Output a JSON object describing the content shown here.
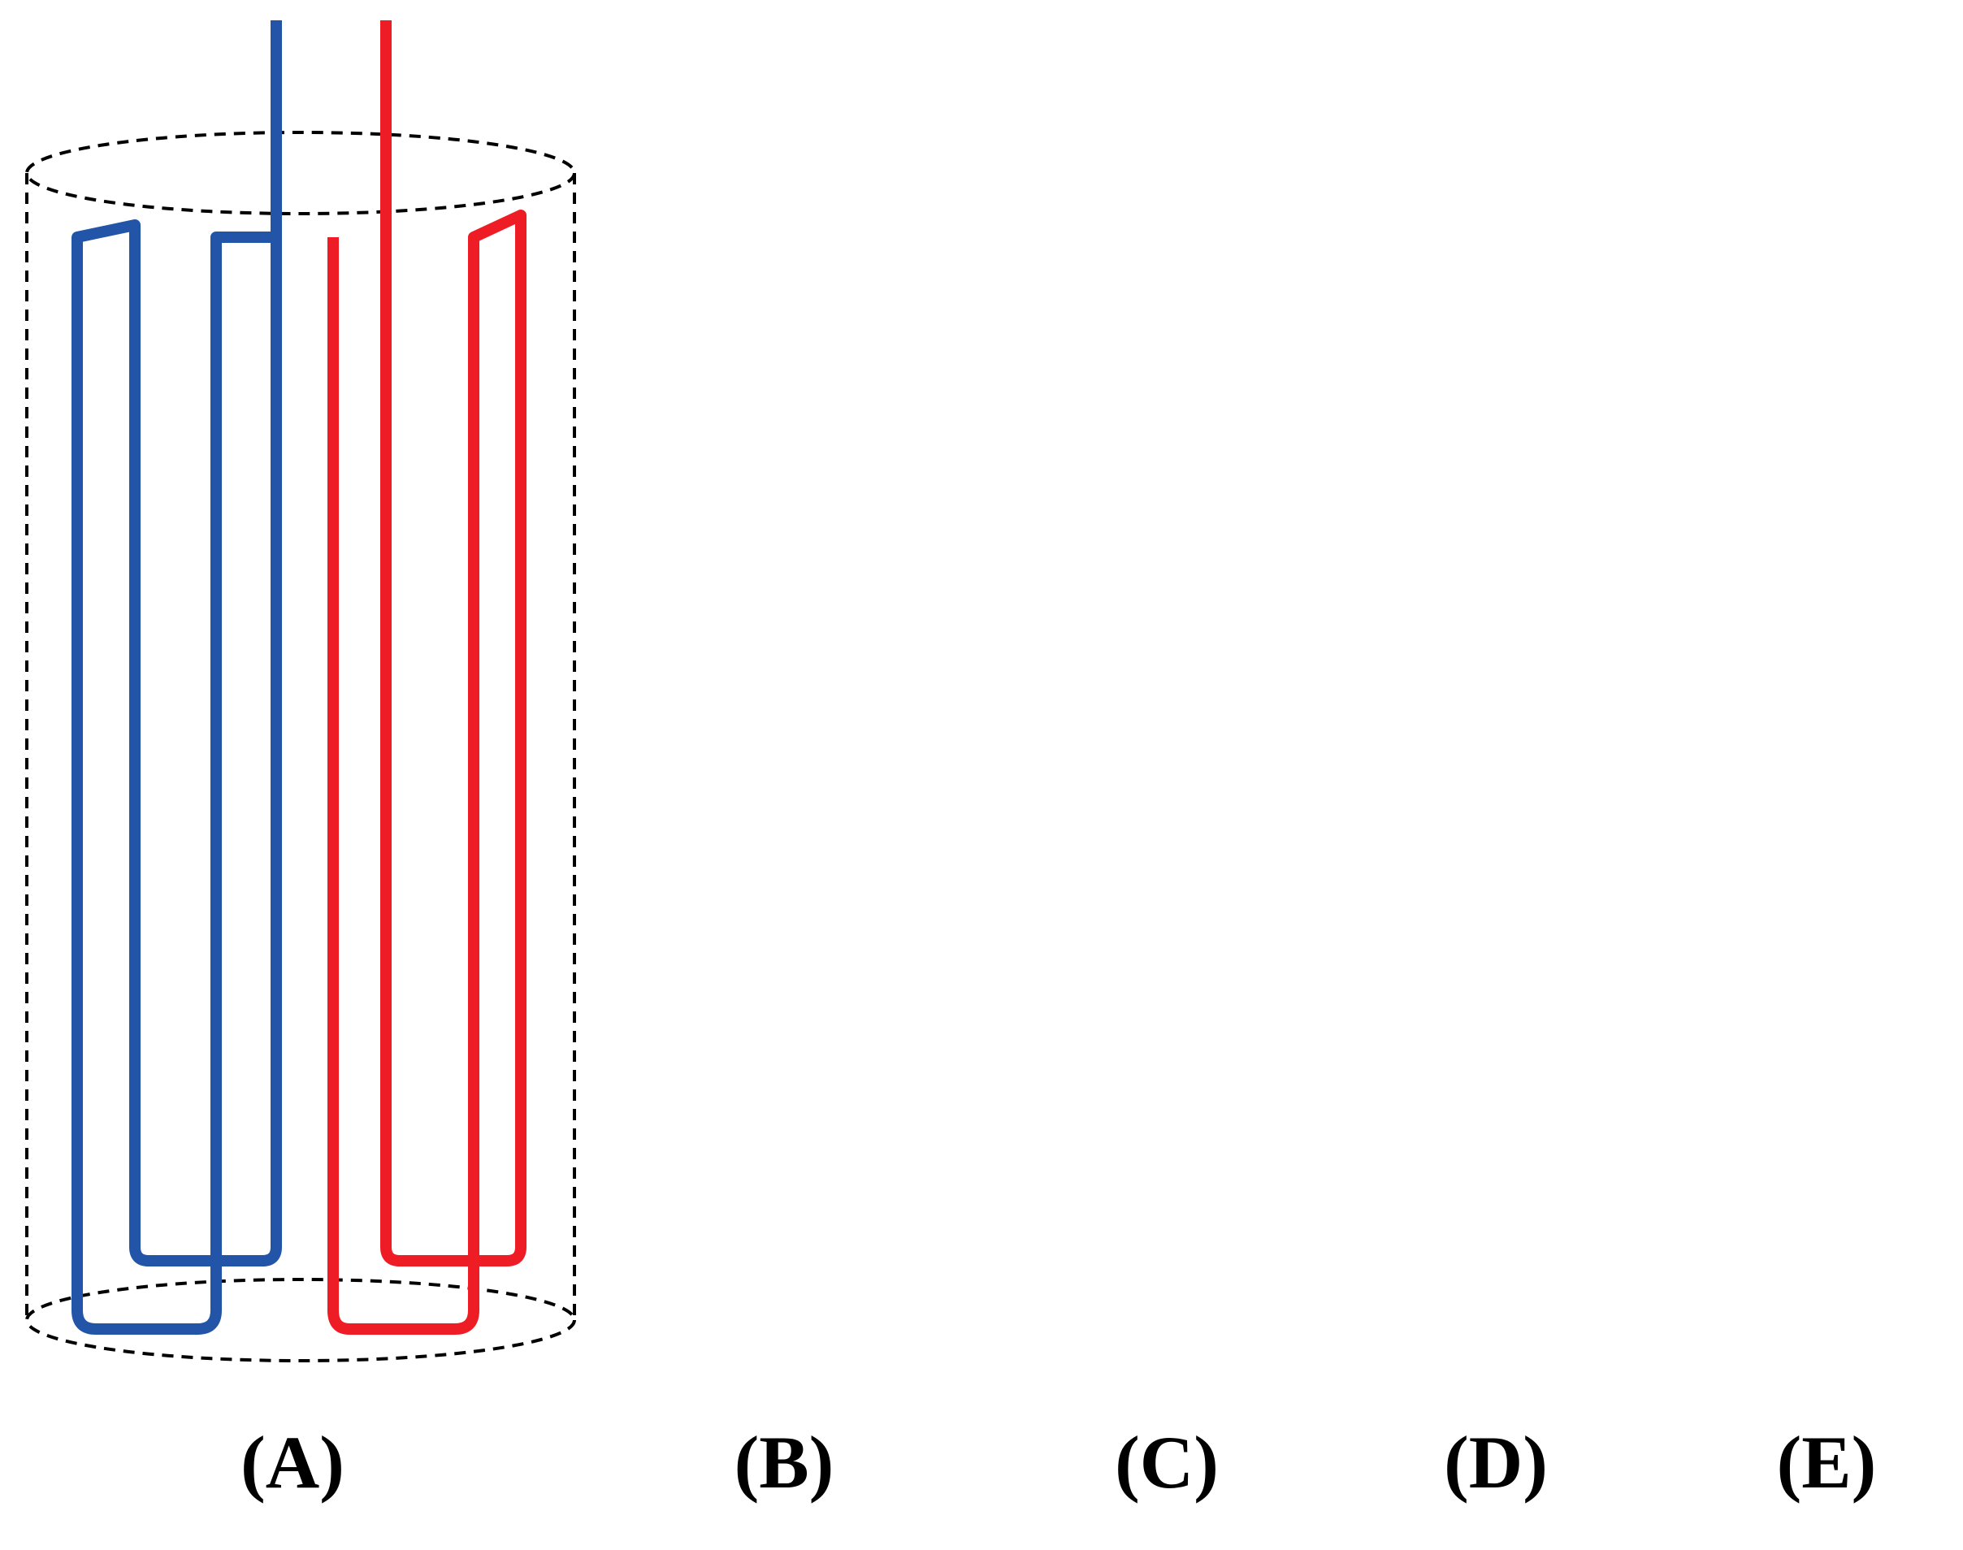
{
  "colors": {
    "cold_pipe": "#2255a8",
    "hot_pipe": "#ee1d25",
    "cylinder_outline": "#000000",
    "background": "#ffffff"
  },
  "panels": [
    {
      "id": "A",
      "label": "(A)"
    },
    {
      "id": "B",
      "label": "(B)"
    },
    {
      "id": "C",
      "label": "(C)"
    },
    {
      "id": "D",
      "label": "(D)"
    },
    {
      "id": "E",
      "label": "(E)"
    }
  ]
}
